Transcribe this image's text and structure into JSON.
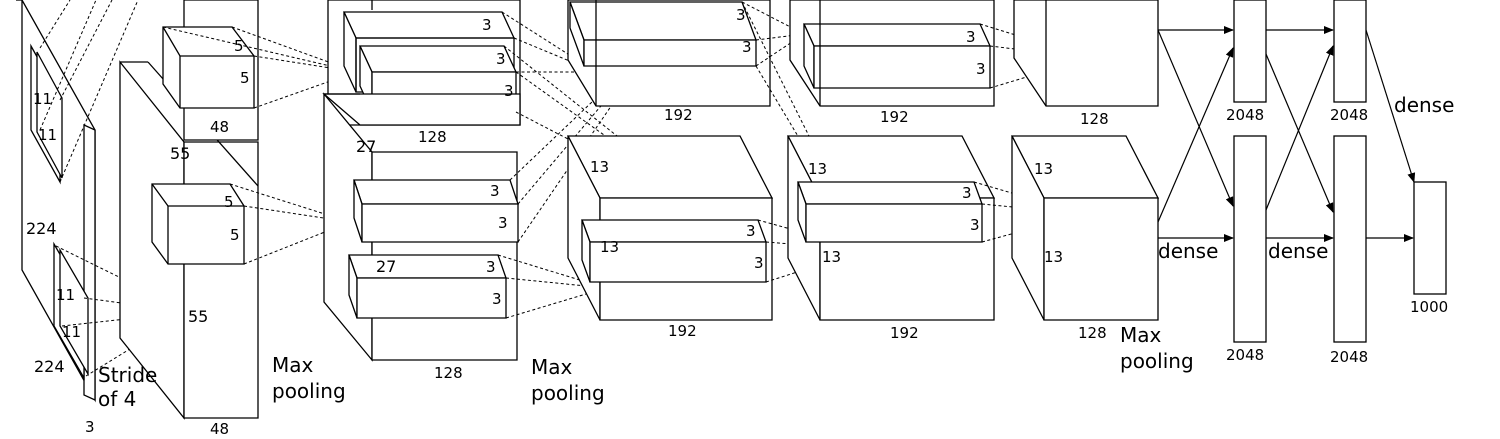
{
  "labels": {
    "input_224_h": "224",
    "input_224_w": "224",
    "input_depth": "3",
    "k1_h_top": "11",
    "k1_w_top": "11",
    "k1_h_bot": "11",
    "k1_w_bot": "11",
    "stride": "Stride\nof 4",
    "c1_top_55": "55",
    "c1_bot_55": "55",
    "c1_top_depth": "48",
    "c1_bot_depth": "48",
    "k2_top_a": "5",
    "k2_top_b": "5",
    "k2_bot_a": "5",
    "k2_bot_b": "5",
    "maxpool1": "Max\npooling",
    "c2_27_top": "27",
    "c2_27_bot": "27",
    "c2_top_depth": "128",
    "c2_bot_depth": "128",
    "k3_top_1": "3",
    "k3_top_2": "3",
    "k3_top_3": "3",
    "k3_bot_1": "3",
    "k3_bot_2": "3",
    "k3_bot_3": "3",
    "k3_bot_4": "3",
    "maxpool2": "Max\npooling",
    "c3_top_depth": "192",
    "c3_bot_depth": "192",
    "c3_13_a": "13",
    "c3_13_b": "13",
    "k4_top_1": "3",
    "k4_top_2": "3",
    "k4_bot_1": "3",
    "k4_bot_2": "3",
    "c4_top_depth": "192",
    "c4_bot_depth": "192",
    "c4_13_a": "13",
    "c4_13_b": "13",
    "k5_top_1": "3",
    "k5_top_2": "3",
    "k5_bot_1": "3",
    "k5_bot_2": "3",
    "c5_top_depth": "128",
    "c5_bot_depth": "128",
    "c5_13_a": "13",
    "c5_13_b": "13",
    "maxpool3": "Max\npooling",
    "dense1": "dense",
    "dense2": "dense",
    "dense3": "dense",
    "fc1_top": "2048",
    "fc1_bot": "2048",
    "fc2_top": "2048",
    "fc2_bot": "2048",
    "out": "1000"
  }
}
